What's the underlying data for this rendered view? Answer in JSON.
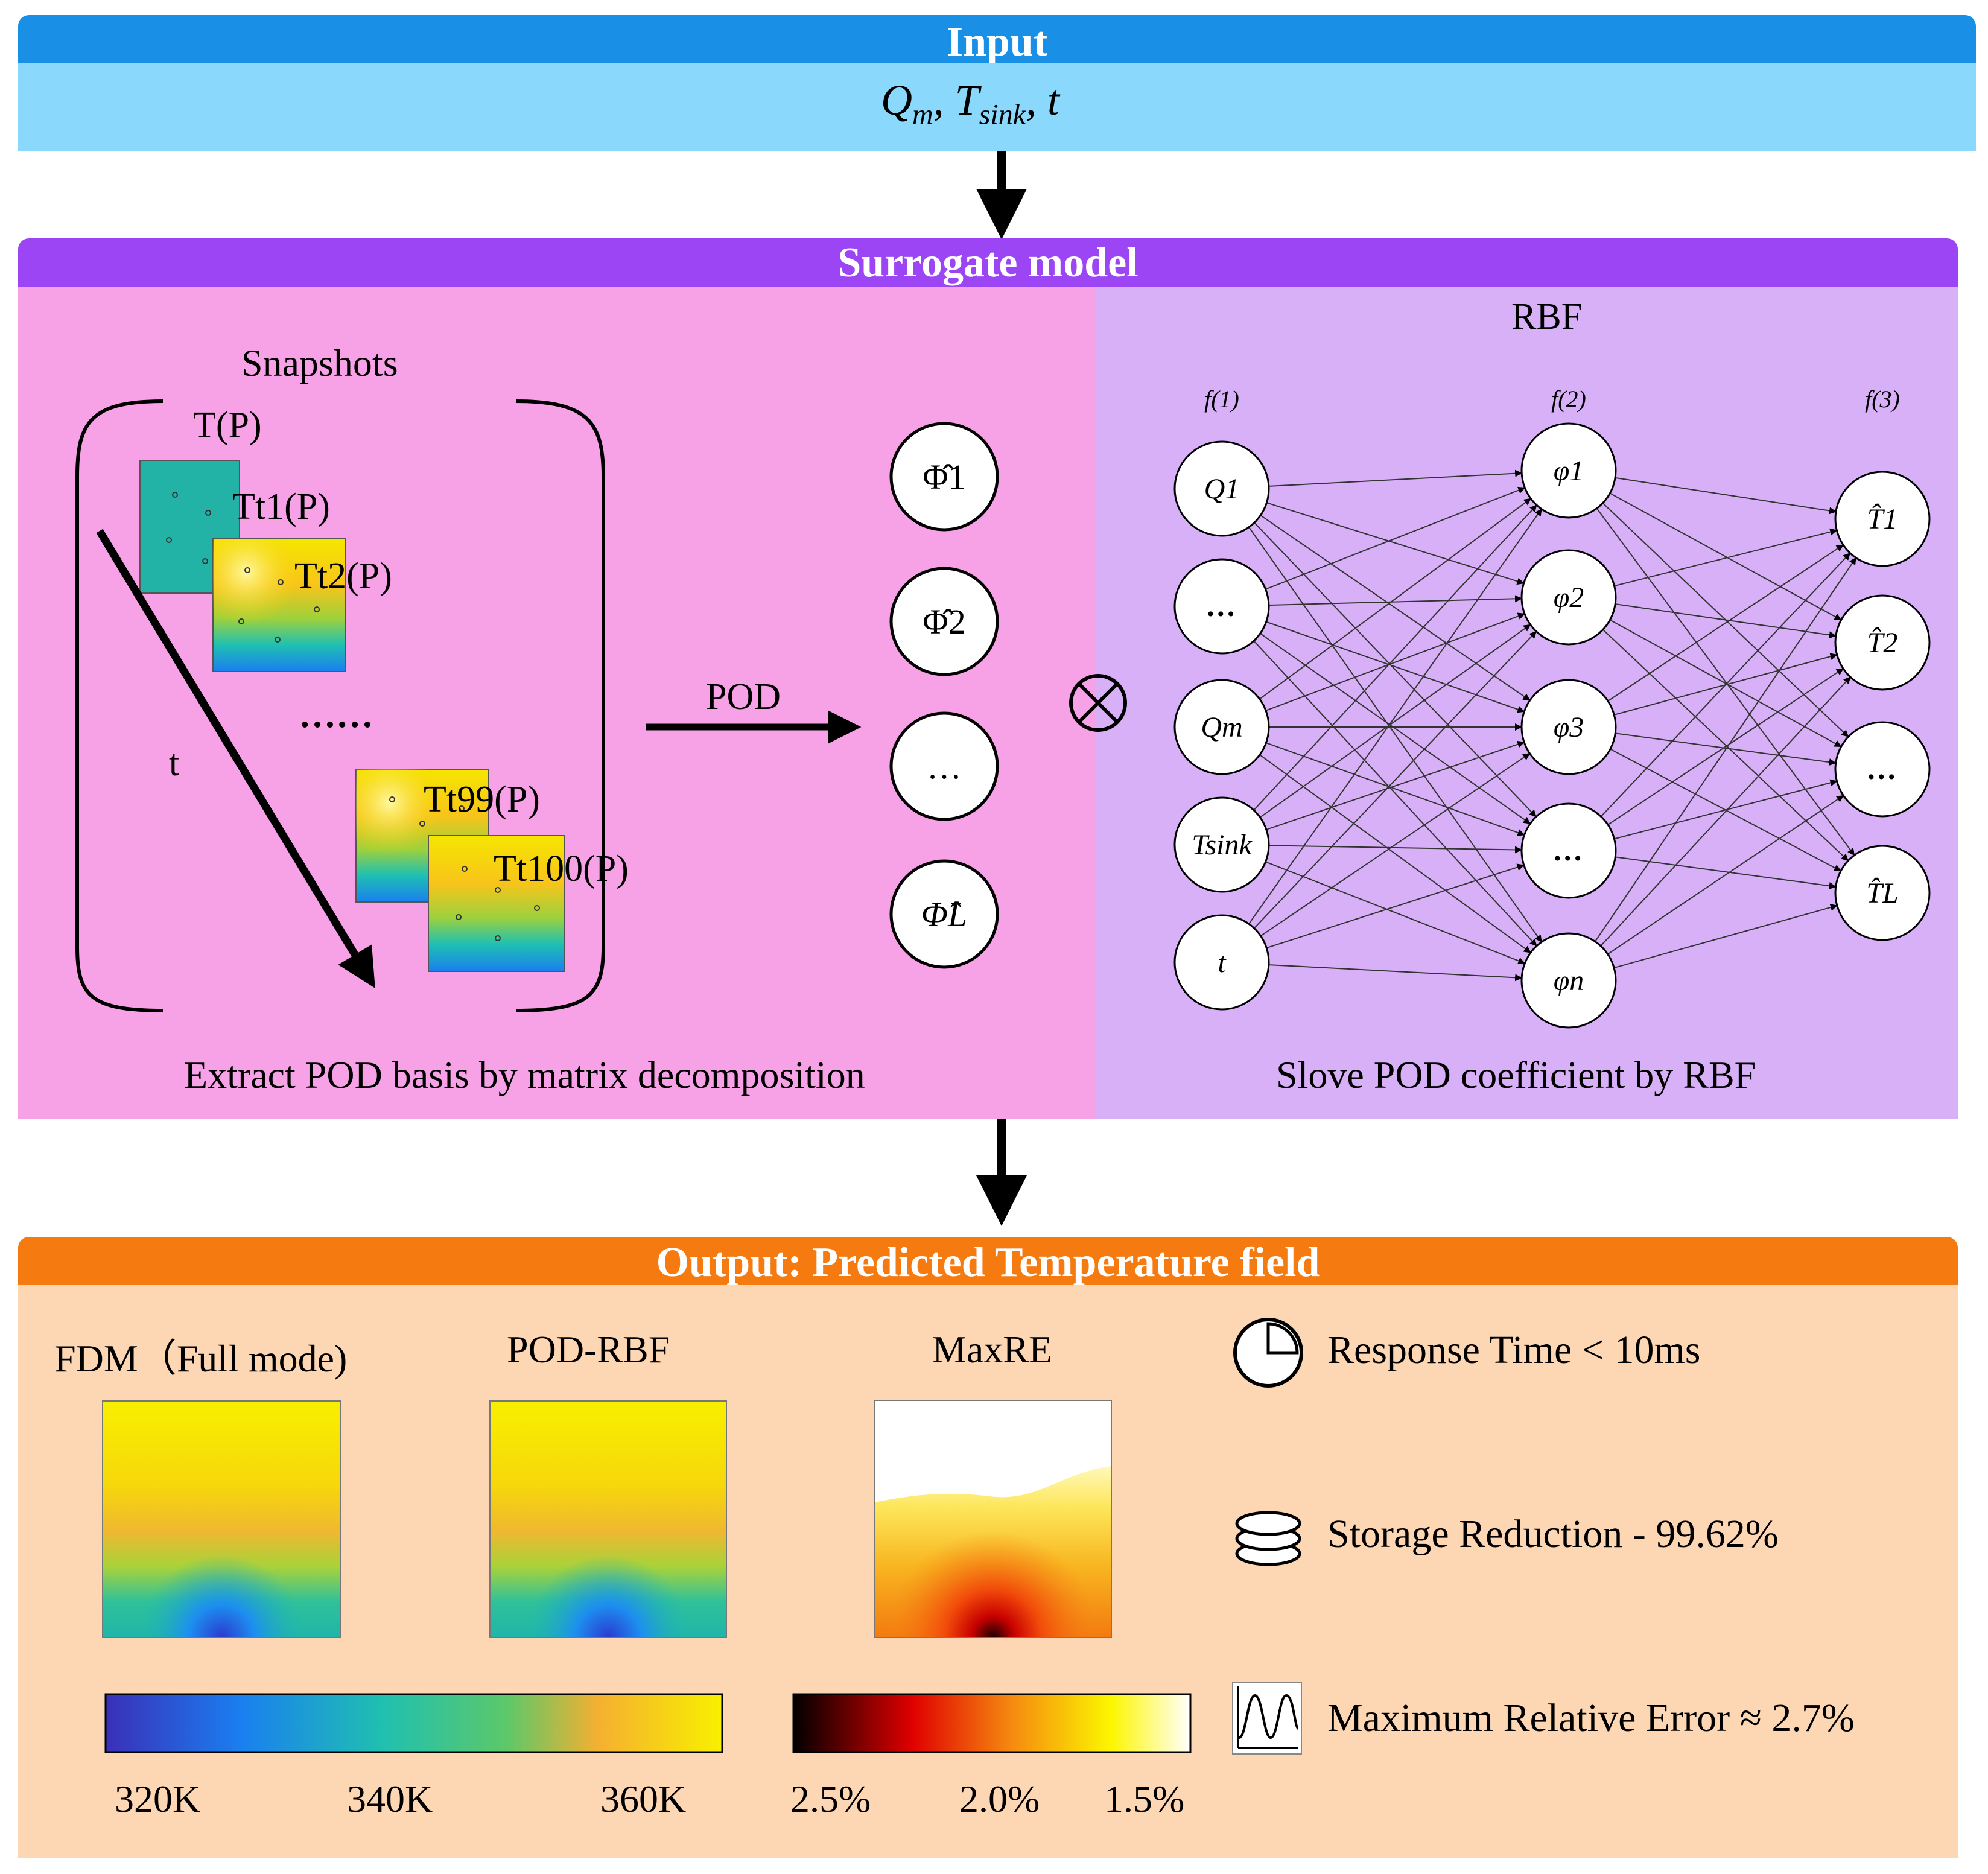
{
  "input": {
    "title": "Input",
    "vars": {
      "q": "Q",
      "q_sub": "m",
      "t": "T",
      "t_sub": "sink",
      "time": "t"
    },
    "colors": {
      "banner": "#1a8fe6",
      "body": "#8ad8fb"
    }
  },
  "surrogate": {
    "title": "Surrogate model",
    "colors": {
      "banner": "#9b45f5",
      "left": "#f7a2e6",
      "right": "#d8b0f8"
    },
    "snapshots": {
      "title": "Snapshots",
      "labels": [
        "T(P)",
        "Tt1(P)",
        "Tt2(P)",
        "Tt99(P)",
        "Tt100(P)"
      ],
      "dots": "……",
      "time_label": "t"
    },
    "pod_label": "POD",
    "basis": [
      "Φ̂1",
      "Φ̂2",
      "…",
      "Φ̂L"
    ],
    "left_caption": "Extract POD basis by matrix decomposition",
    "rbf": {
      "title": "RBF",
      "layer_labels": [
        "f(1)",
        "f(2)",
        "f(3)"
      ],
      "inputs": [
        "Q1",
        "…",
        "Qm",
        "Tsink",
        "t"
      ],
      "hidden": [
        "φ1",
        "φ2",
        "φ3",
        "…",
        "φn"
      ],
      "outputs": [
        "T̂1",
        "T̂2",
        "…",
        "T̂L"
      ],
      "caption": "Slove POD coefficient by RBF"
    }
  },
  "output": {
    "title": "Output: Predicted Temperature field",
    "colors": {
      "banner": "#f57a10",
      "body": "#fdd7b4"
    },
    "panels": [
      "FDM（Full mode)",
      "POD-RBF",
      "MaxRE"
    ],
    "colorbar_temp": {
      "ticks": [
        "320K",
        "340K",
        "360K"
      ]
    },
    "colorbar_err": {
      "ticks": [
        "2.5%",
        "2.0%",
        "1.5%"
      ]
    },
    "metrics": [
      {
        "icon": "clock-icon",
        "text": "Response Time < 10ms"
      },
      {
        "icon": "database-icon",
        "text": "Storage Reduction - 99.62%"
      },
      {
        "icon": "waveform-icon",
        "text": "Maximum Relative Error ≈ 2.7%"
      }
    ]
  }
}
